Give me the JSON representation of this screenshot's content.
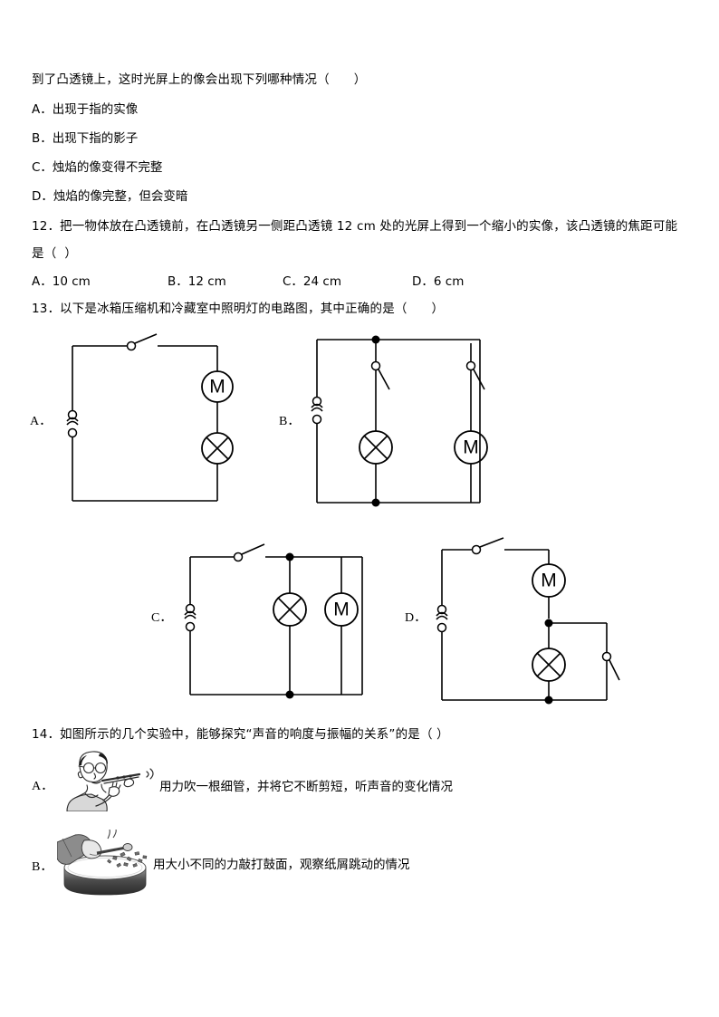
{
  "document": {
    "type": "physics-exam-page",
    "language": "zh-CN"
  },
  "question11_tail": {
    "stem": "到了凸透镜上，这时光屏上的像会出现下列哪种情况（      ）",
    "options": [
      "A．出现于指的实像",
      "B．出现下指的影子",
      "C．烛焰的像变得不完整",
      "D．烛焰的像完整，但会变暗"
    ]
  },
  "question12": {
    "number": "12．",
    "stem_line1": "把一物体放在凸透镜前，在凸透镜另一侧距凸透镜 12 cm 处的光屏上得到一个缩小的实像，该凸透镜的焦距可能",
    "stem_line2": "是（  ）",
    "options": [
      {
        "label": "A．10 cm"
      },
      {
        "label": "B．12 cm"
      },
      {
        "label": "C．24 cm"
      },
      {
        "label": "D．6 cm"
      }
    ]
  },
  "question13": {
    "number": "13．",
    "stem": "以下是冰箱压缩机和冷藏室中照明灯的电路图，其中正确的是（      ）",
    "options": [
      {
        "key": "A",
        "label": "A．",
        "description": "串联电路：开关、交流电源、电动机M与照明灯L串联",
        "components": [
          "switch",
          "ac-source",
          "motor",
          "lamp"
        ]
      },
      {
        "key": "B",
        "label": "B．",
        "description": "并联电路：照明灯支路与电动机支路各有一个开关，交流电源在左侧",
        "components": [
          "ac-source",
          "switch",
          "lamp",
          "switch",
          "motor"
        ]
      },
      {
        "key": "C",
        "label": "C．",
        "description": "并联电路：干路一个开关，照明灯与电动机并联",
        "components": [
          "switch",
          "ac-source",
          "lamp",
          "motor"
        ]
      },
      {
        "key": "D",
        "label": "D．",
        "description": "干路开关与电动机串联，照明灯支路与另一开关支路并联",
        "components": [
          "switch",
          "ac-source",
          "motor",
          "lamp",
          "switch"
        ]
      }
    ],
    "symbols": {
      "motor_letter": "M",
      "ac_source": "~",
      "lamp": "crossed-circle"
    }
  },
  "question14": {
    "number": "14．",
    "stem": "如图所示的几个实验中，能够探究“声音的响度与振幅的关系”的是（ ）",
    "options": [
      {
        "key": "A",
        "label": "A．",
        "image": "man-blowing-tube",
        "text": "用力吹一根细管，并将它不断剪短，听声音的变化情况"
      },
      {
        "key": "B",
        "label": "B．",
        "image": "hand-striking-drum",
        "text": "用大小不同的力敲打鼓面，观察纸屑跳动的情况"
      }
    ]
  },
  "colors": {
    "ink": "#000000",
    "paper": "#ffffff",
    "figure_gray": "#8a8a8a"
  }
}
